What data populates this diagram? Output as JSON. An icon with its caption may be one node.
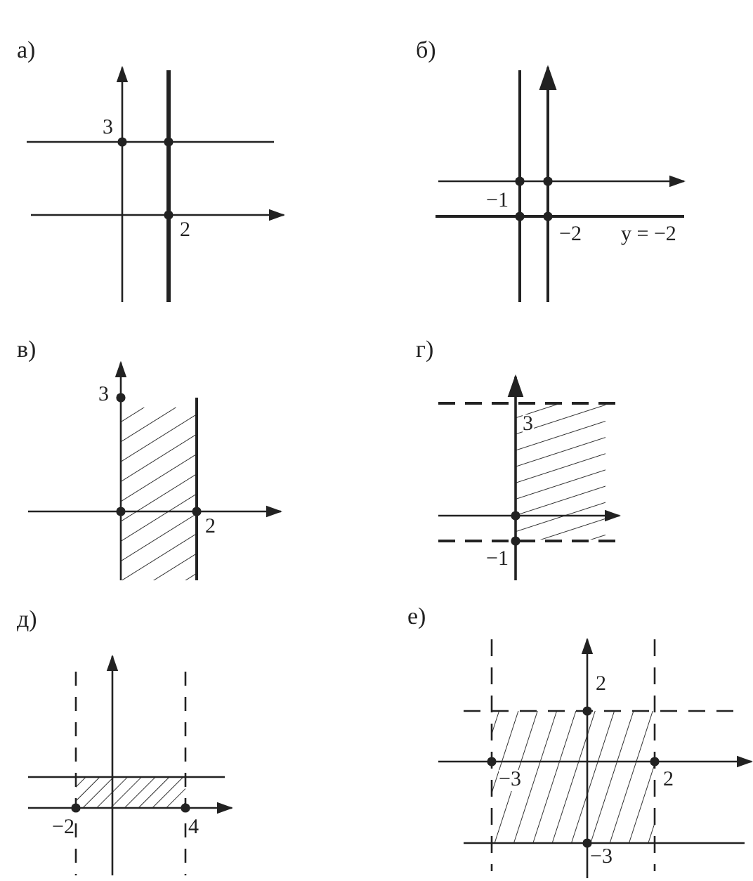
{
  "diagram": {
    "labels": [
      "а)",
      "3",
      "2",
      "б)",
      "−1",
      "−2",
      "y = −2",
      "в)",
      "3",
      "2",
      "г)",
      "3",
      "−1",
      "д)",
      "−2",
      "4",
      "е)",
      "2",
      "−3",
      "2",
      "−3"
    ]
  }
}
